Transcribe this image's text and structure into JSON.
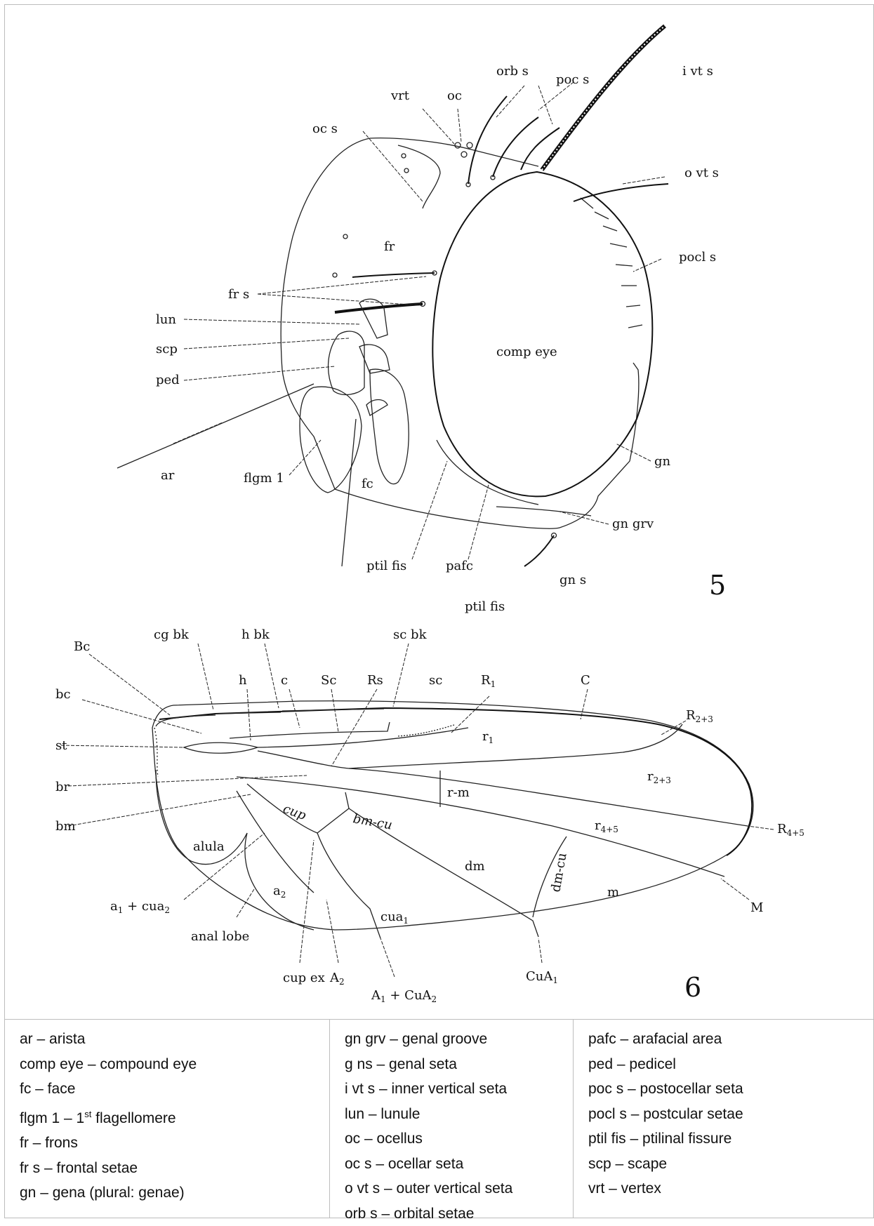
{
  "figure": {
    "head_labels": {
      "i_vt_s": "i vt s",
      "orb_s": "orb s",
      "poc_s": "poc s",
      "vrt": "vrt",
      "oc": "oc",
      "oc_s": "oc s",
      "o_vt_s": "o vt s",
      "fr": "fr",
      "pocl_s": "pocl s",
      "fr_s": "fr s",
      "lun": "lun",
      "scp": "scp",
      "comp_eye": "comp eye",
      "ped": "ped",
      "gn": "gn",
      "ar": "ar",
      "flgm_1": "flgm 1",
      "fc": "fc",
      "gn_grv": "gn grv",
      "ptil_fis": "ptil fis",
      "pafc": "pafc",
      "gn_s": "gn s",
      "ptil_fis_2": "ptil fis"
    },
    "head_number": "5",
    "wing_labels": {
      "cg_bk": "cg bk",
      "h_bk": "h bk",
      "sc_bk": "sc bk",
      "Bc": "Bc",
      "h": "h",
      "c": "c",
      "Sc": "Sc",
      "Rs": "Rs",
      "sc": "sc",
      "R1": "R",
      "R1_sub": "1",
      "C": "C",
      "bc": "bc",
      "R23": "R",
      "R23_sub": "2+3",
      "r1": "r",
      "r1_sub": "1",
      "st": "st",
      "r23": "r",
      "r23_sub": "2+3",
      "br": "br",
      "r_m": "r-m",
      "bm": "bm",
      "cup": "cup",
      "bm_cu": "bm-cu",
      "r45": "r",
      "r45_sub": "4+5",
      "R45": "R",
      "R45_sub": "4+5",
      "alula": "alula",
      "dm": "dm",
      "dm_cu": "dm-cu",
      "m": "m",
      "M": "M",
      "a1cua2": "a",
      "a1cua2_sub1": "1",
      "a1cua2_mid": " + cua",
      "a1cua2_sub2": "2",
      "a2": "a",
      "a2_sub": "2",
      "anal_lobe": "anal lobe",
      "cua1": "cua",
      "cua1_sub": "1",
      "cup_ex": "cup ex",
      "A2": "A",
      "A2_sub": "2",
      "A1CuA2": "A",
      "A1CuA2_sub1": "1",
      "A1CuA2_mid": " + CuA",
      "A1CuA2_sub2": "2",
      "CuA1": "CuA",
      "CuA1_sub": "1"
    },
    "wing_number": "6"
  },
  "legend": {
    "col1": [
      {
        "text": "ar – arista"
      },
      {
        "text": "comp eye – compound eye"
      },
      {
        "text": "fc – face"
      },
      {
        "pre": "flgm 1 – 1",
        "sup": "st",
        "post": " flagellomere"
      },
      {
        "text": "fr – frons"
      },
      {
        "text": "fr s – frontal setae"
      },
      {
        "text": "gn – gena (plural: genae)"
      }
    ],
    "col2": [
      {
        "text": "gn grv – genal groove"
      },
      {
        "text": "g ns – genal seta"
      },
      {
        "text": "i vt s – inner vertical seta"
      },
      {
        "text": "lun – lunule"
      },
      {
        "text": "oc – ocellus"
      },
      {
        "text": "oc s – ocellar seta"
      },
      {
        "text": "o vt s – outer vertical seta"
      },
      {
        "text": "orb s – orbital setae"
      }
    ],
    "col3": [
      {
        "text": "pafc – arafacial area"
      },
      {
        "text": "ped – pedicel"
      },
      {
        "text": "poc s – postocellar seta"
      },
      {
        "text": "pocl s – postcular setae"
      },
      {
        "text": "ptil fis – ptilinal fissure"
      },
      {
        "text": "scp – scape"
      },
      {
        "text": "vrt – vertex"
      }
    ]
  }
}
